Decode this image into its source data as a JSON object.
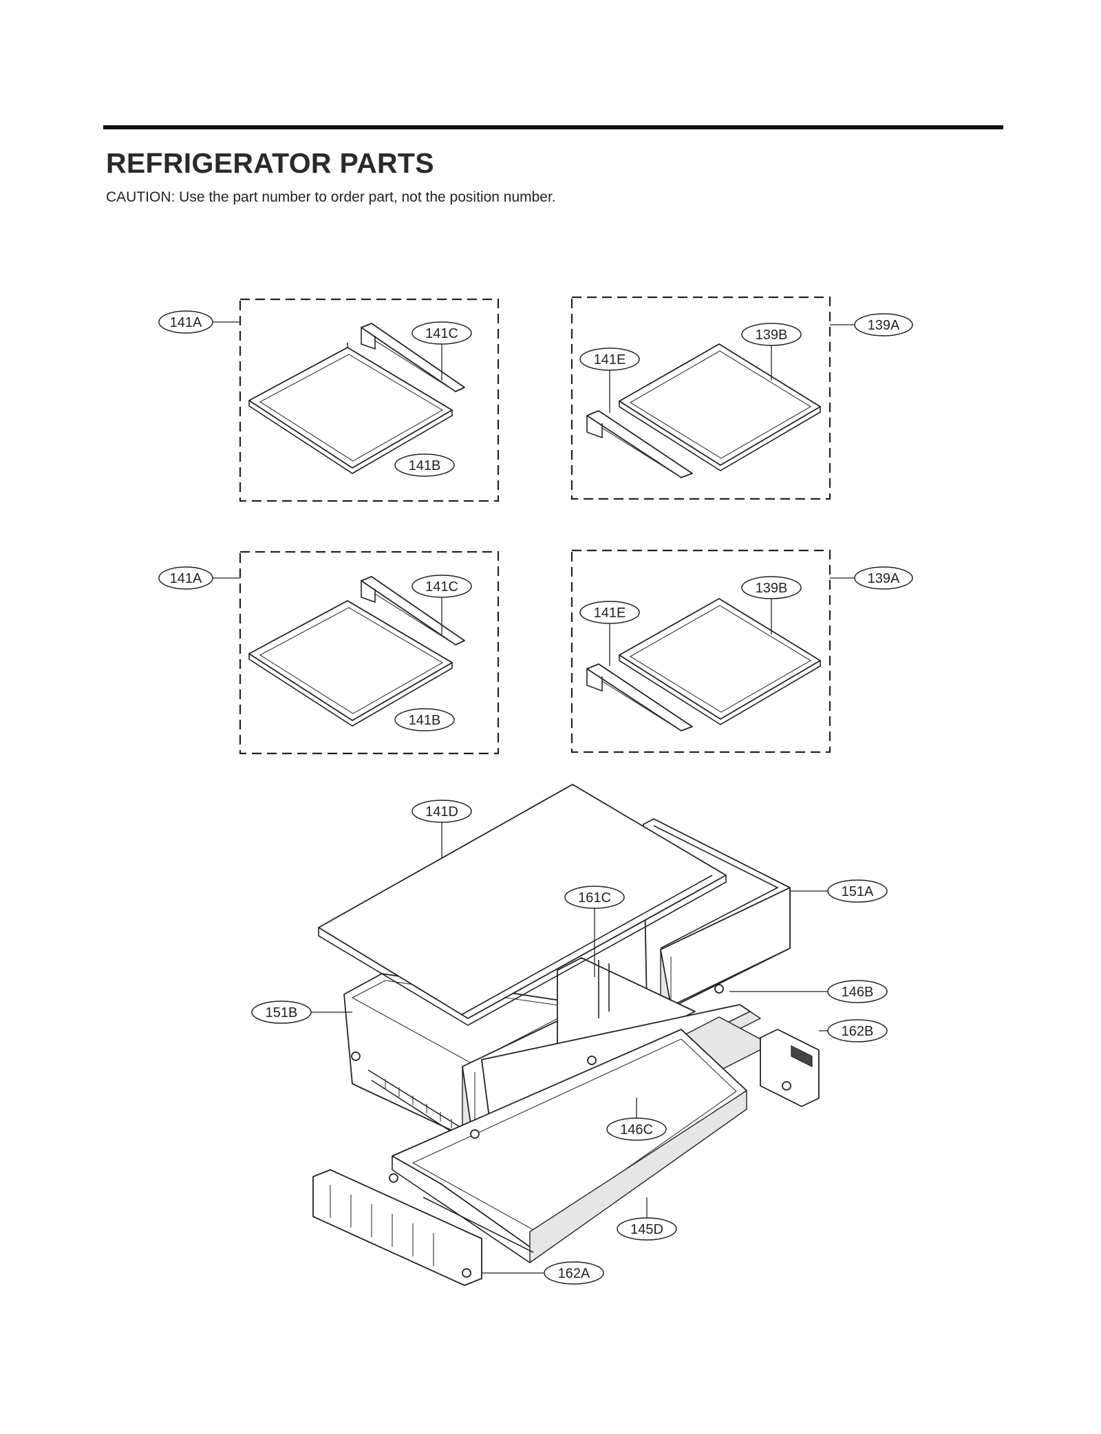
{
  "header": {
    "title": "REFRIGERATOR PARTS",
    "caution": "CAUTION: Use the part number to order part, not the position number."
  },
  "callouts": {
    "g1_141A": "141A",
    "g1_141C": "141C",
    "g1_141B": "141B",
    "g2_139A": "139A",
    "g2_139B": "139B",
    "g2_141E": "141E",
    "g3_141A": "141A",
    "g3_141C": "141C",
    "g3_141B": "141B",
    "g4_139A": "139A",
    "g4_139B": "139B",
    "g4_141E": "141E",
    "p141D": "141D",
    "p161C": "161C",
    "p151A": "151A",
    "p151B": "151B",
    "p146B": "146B",
    "p162B": "162B",
    "p146C": "146C",
    "p145D": "145D",
    "p162A": "162A"
  }
}
